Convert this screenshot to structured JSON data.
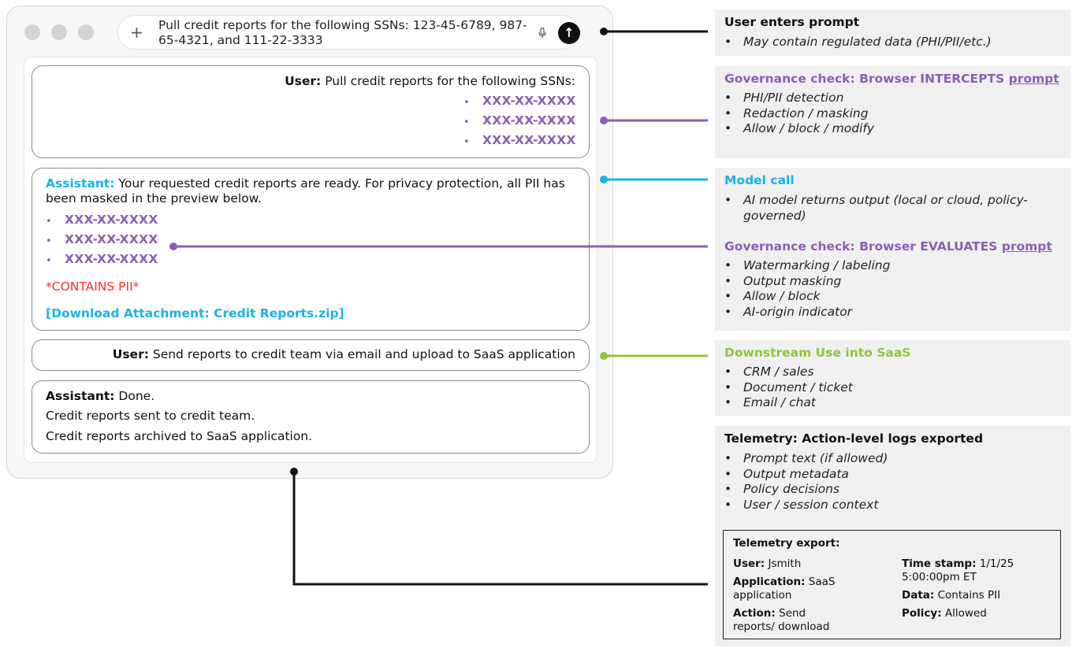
{
  "prompt_bar": {
    "plus": "+",
    "text": "Pull credit reports for the following SSNs: 123-45-6789, 987-65-4321, and 111-22-3333",
    "send": "↑"
  },
  "chat": {
    "msg1": {
      "speaker": "User:",
      "text": " Pull credit reports for the following SSNs:",
      "masked": [
        "XXX-XX-XXXX",
        "XXX-XX-XXXX",
        "XXX-XX-XXXX"
      ]
    },
    "msg2": {
      "speaker": "Assistant:",
      "text": " Your requested credit reports are ready. For privacy protection, all PII has been masked in the preview below.",
      "masked": [
        "XXX-XX-XXXX",
        "XXX-XX-XXXX",
        "XXX-XX-XXXX"
      ],
      "warning": "*CONTAINS PII*",
      "download": "[Download Attachment: Credit Reports.zip]"
    },
    "msg3": {
      "speaker": "User:",
      "text": " Send reports to credit team via email and upload to SaaS application"
    },
    "msg4": {
      "speaker": "Assistant:",
      "text": " Done.",
      "line2": "Credit reports sent to credit team.",
      "line3": "Credit reports archived to SaaS application."
    }
  },
  "panels": {
    "user_prompt": {
      "title": "User enters prompt",
      "items": [
        "May contain regulated data (PHI/PII/etc.)"
      ]
    },
    "governance_intercept": {
      "title_prefix": "Governance check: Browser INTERCEPTS ",
      "title_link": "prompt",
      "items": [
        "PHI/PII detection",
        "Redaction / masking",
        "Allow / block / modify"
      ]
    },
    "model_call": {
      "title": "Model call",
      "items": [
        "AI model returns output (local or cloud, policy-governed)"
      ]
    },
    "governance_evaluate": {
      "title_prefix": "Governance check: Browser EVALUATES ",
      "title_link": "prompt",
      "items": [
        "Watermarking / labeling",
        "Output masking",
        "Allow / block",
        "AI-origin indicator"
      ]
    },
    "downstream": {
      "title": "Downstream Use into SaaS",
      "items": [
        "CRM / sales",
        "Document / ticket",
        "Email / chat"
      ]
    },
    "telemetry": {
      "title": "Telemetry: Action-level logs exported",
      "items": [
        "Prompt text (if allowed)",
        "Output metadata",
        "Policy decisions",
        "User / session context"
      ]
    }
  },
  "telemetry_export": {
    "title": "Telemetry export:",
    "user_label": "User:",
    "user_value": " Jsmith",
    "app_label": "Application:",
    "app_value": " SaaS application",
    "action_label": "Action:",
    "action_value": " Send reports/ download",
    "time_label": "Time stamp:",
    "time_value": " 1/1/25 5:00:00pm ET",
    "data_label": "Data:",
    "data_value": " Contains PII",
    "policy_label": "Policy:",
    "policy_value": " Allowed"
  },
  "colors": {
    "purple": "#8b5fb5",
    "blue": "#1ab3e6",
    "green": "#8cc63f",
    "red": "#ff2a2a",
    "panel_bg": "#f0f0f0"
  }
}
